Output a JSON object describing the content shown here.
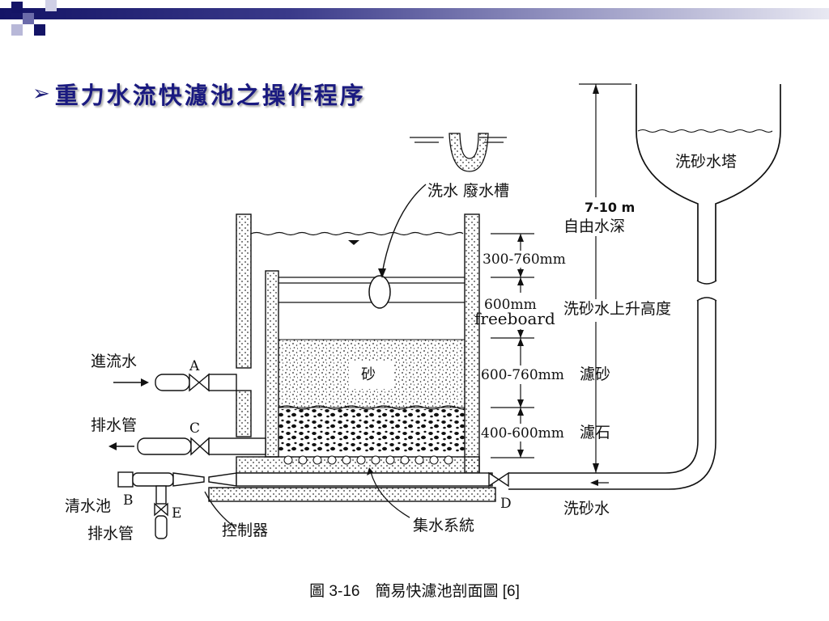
{
  "title": "重力水流快濾池之操作程序",
  "caption": "圖 3-16　簡易快濾池剖面圖 [6]",
  "labels": {
    "wash_trough": "洗水 廢水槽",
    "tower": "洗砂水塔",
    "height": "7-10 m",
    "free_depth": "自由水深",
    "dim1": "300-760mm",
    "dim2": "600mm",
    "freeboard": "freeboard",
    "rise": "洗砂水上升高度",
    "sand": "砂",
    "dim3": "600-760mm",
    "filter_sand": "濾砂",
    "dim4": "400-600mm",
    "filter_stone": "濾石",
    "inflow": "進流水",
    "valve_a": "A",
    "drain": "排水管",
    "valve_c": "C",
    "clear_well": "清水池",
    "valve_b": "B",
    "valve_e": "E",
    "drain2": "排水管",
    "controller": "控制器",
    "collector": "集水系統",
    "valve_d": "D",
    "wash_water": "洗砂水"
  },
  "colors": {
    "title": "#1a1a80",
    "banner": "#141466"
  }
}
